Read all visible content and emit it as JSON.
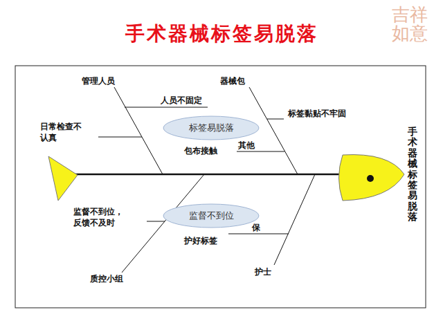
{
  "diagram": {
    "title": "手术器械标签易脱落",
    "nodes": [
      {
        "text": [
          "标签易脱落"
        ]
      },
      {
        "text": [
          "监督不到位"
        ]
      }
    ],
    "labels": [
      "管理人员",
      "器械包",
      "人员不固定",
      "标签黏贴不牢固",
      "日常检查不 认真",
      "其他",
      "包布接触",
      "监督不到位， 反馈不及时",
      "保",
      "护好标签",
      "质控小组",
      "护士",
      "手术器械标签易脱落",
      "吉祥如意"
    ]
  }
}
